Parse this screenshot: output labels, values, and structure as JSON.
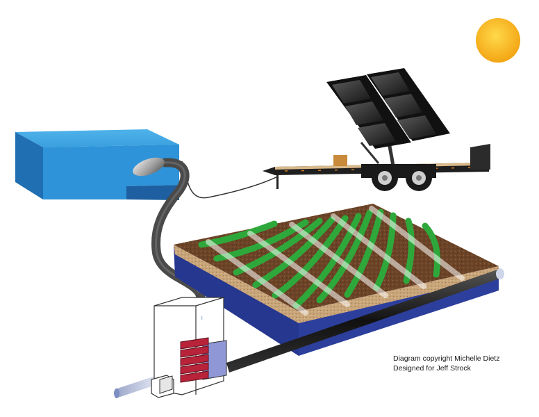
{
  "credits": {
    "line1": "Diagram copyright Michelle Dietz",
    "line2": "Designed for Jeff Strock"
  },
  "colors": {
    "sky_sun": "#f6b91a",
    "tank_blue": "#2e93d8",
    "soil_brown": "#6b4327",
    "crop_green": "#2ea83a",
    "subsoil_blue": "#2d3f9c",
    "drain_pipe": "#1a1a1a",
    "valve_red": "#b8233a",
    "panel_dark": "#2a2a2a"
  },
  "icons": [
    "sun-icon",
    "solar-panel-array",
    "trailer",
    "water-tank",
    "hose",
    "control-box",
    "drain-pipe",
    "field-block"
  ]
}
